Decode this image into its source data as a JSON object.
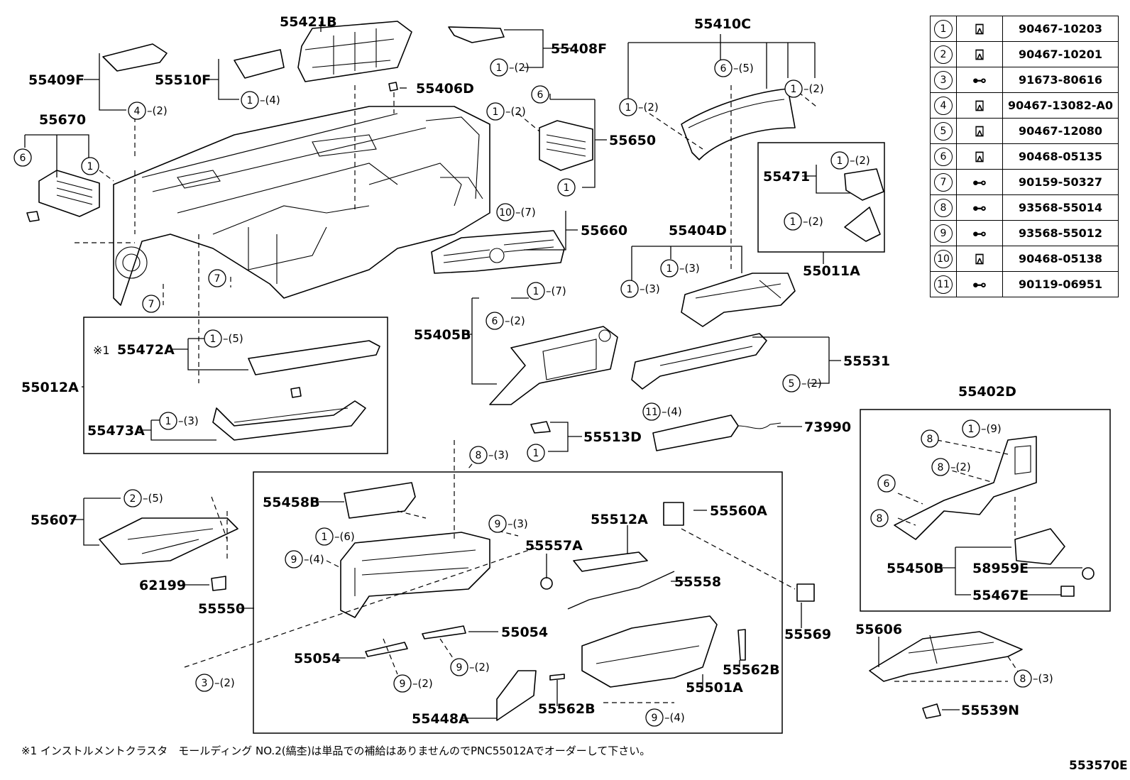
{
  "parts": [
    {
      "id": "p55421B",
      "num": "55421B"
    },
    {
      "id": "p55410C",
      "num": "55410C"
    },
    {
      "id": "p55408F",
      "num": "55408F"
    },
    {
      "id": "p55409F",
      "num": "55409F"
    },
    {
      "id": "p55510F",
      "num": "55510F"
    },
    {
      "id": "p55406D",
      "num": "55406D"
    },
    {
      "id": "p55670",
      "num": "55670"
    },
    {
      "id": "p55650",
      "num": "55650"
    },
    {
      "id": "p55471",
      "num": "55471"
    },
    {
      "id": "p55660",
      "num": "55660"
    },
    {
      "id": "p55404D",
      "num": "55404D"
    },
    {
      "id": "p55011A",
      "num": "55011A"
    },
    {
      "id": "p55405B",
      "num": "55405B"
    },
    {
      "id": "p55472A",
      "num": "55472A"
    },
    {
      "id": "p55012A",
      "num": "55012A"
    },
    {
      "id": "p55531",
      "num": "55531"
    },
    {
      "id": "p55473A",
      "num": "55473A"
    },
    {
      "id": "p73990",
      "num": "73990"
    },
    {
      "id": "p55513D",
      "num": "55513D"
    },
    {
      "id": "p55402D",
      "num": "55402D"
    },
    {
      "id": "p55458B",
      "num": "55458B"
    },
    {
      "id": "p55560A",
      "num": "55560A"
    },
    {
      "id": "p55607",
      "num": "55607"
    },
    {
      "id": "p55512A",
      "num": "55512A"
    },
    {
      "id": "p55557A",
      "num": "55557A"
    },
    {
      "id": "p62199",
      "num": "62199"
    },
    {
      "id": "p55558",
      "num": "55558"
    },
    {
      "id": "p55550",
      "num": "55550"
    },
    {
      "id": "p55450B",
      "num": "55450B"
    },
    {
      "id": "p58959E",
      "num": "58959E"
    },
    {
      "id": "p55467E",
      "num": "55467E"
    },
    {
      "id": "p55569",
      "num": "55569"
    },
    {
      "id": "p55606",
      "num": "55606"
    },
    {
      "id": "p55054a",
      "num": "55054"
    },
    {
      "id": "p55054b",
      "num": "55054"
    },
    {
      "id": "p55562Ba",
      "num": "55562B"
    },
    {
      "id": "p55562Bb",
      "num": "55562B"
    },
    {
      "id": "p55501A",
      "num": "55501A"
    },
    {
      "id": "p55448A",
      "num": "55448A"
    },
    {
      "id": "p55539N",
      "num": "55539N"
    }
  ],
  "callouts": [
    {
      "id": "c1",
      "n": "1",
      "q": "(2)"
    },
    {
      "id": "c2",
      "n": "4",
      "q": "(2)"
    },
    {
      "id": "c3",
      "n": "1",
      "q": "(4)"
    },
    {
      "id": "c4",
      "n": "6",
      "q": "(5)"
    },
    {
      "id": "c5",
      "n": "1",
      "q": "(2)"
    },
    {
      "id": "c6",
      "n": "1",
      "q": "(2)"
    },
    {
      "id": "c7",
      "n": "1",
      "q": "(2)"
    },
    {
      "id": "c8",
      "n": "6",
      "q": ""
    },
    {
      "id": "c9",
      "n": "1",
      "q": ""
    },
    {
      "id": "c10",
      "n": "6",
      "q": ""
    },
    {
      "id": "c11",
      "n": "1",
      "q": ""
    },
    {
      "id": "c12",
      "n": "1",
      "q": "(2)"
    },
    {
      "id": "c13",
      "n": "1",
      "q": "(2)"
    },
    {
      "id": "c14",
      "n": "1",
      "q": "(2)"
    },
    {
      "id": "c15",
      "n": "10",
      "q": "(7)"
    },
    {
      "id": "c16",
      "n": "7",
      "q": ""
    },
    {
      "id": "c17",
      "n": "7",
      "q": ""
    },
    {
      "id": "c18",
      "n": "1",
      "q": "(3)"
    },
    {
      "id": "c19",
      "n": "1",
      "q": "(3)"
    },
    {
      "id": "c20",
      "n": "1",
      "q": "(7)"
    },
    {
      "id": "c21",
      "n": "6",
      "q": "(2)"
    },
    {
      "id": "c22",
      "n": "1",
      "q": "(5)"
    },
    {
      "id": "c23",
      "n": "5",
      "q": "(2)"
    },
    {
      "id": "c24",
      "n": "1",
      "q": "(3)"
    },
    {
      "id": "c25",
      "n": "11",
      "q": "(4)"
    },
    {
      "id": "c26",
      "n": "1",
      "q": ""
    },
    {
      "id": "c27",
      "n": "8",
      "q": "(3)"
    },
    {
      "id": "c28",
      "n": "1",
      "q": "(9)"
    },
    {
      "id": "c29",
      "n": "8",
      "q": ""
    },
    {
      "id": "c30",
      "n": "8",
      "q": "(2)"
    },
    {
      "id": "c31",
      "n": "6",
      "q": ""
    },
    {
      "id": "c32",
      "n": "8",
      "q": ""
    },
    {
      "id": "c33",
      "n": "2",
      "q": "(5)"
    },
    {
      "id": "c34",
      "n": "1",
      "q": "(6)"
    },
    {
      "id": "c35",
      "n": "9",
      "q": "(3)"
    },
    {
      "id": "c36",
      "n": "9",
      "q": "(4)"
    },
    {
      "id": "c37",
      "n": "9",
      "q": "(2)"
    },
    {
      "id": "c38",
      "n": "9",
      "q": "(2)"
    },
    {
      "id": "c39",
      "n": "3",
      "q": "(2)"
    },
    {
      "id": "c40",
      "n": "9",
      "q": "(4)"
    },
    {
      "id": "c41",
      "n": "8",
      "q": "(3)"
    }
  ],
  "note_mark": "※1",
  "legend": [
    {
      "n": "1",
      "part_no": "90467-10203",
      "icon": "clip-icon"
    },
    {
      "n": "2",
      "part_no": "90467-10201",
      "icon": "clip-icon"
    },
    {
      "n": "3",
      "part_no": "91673-80616",
      "icon": "screw-icon"
    },
    {
      "n": "4",
      "part_no": "90467-13082-A0",
      "icon": "clip-icon"
    },
    {
      "n": "5",
      "part_no": "90467-12080",
      "icon": "clip-icon"
    },
    {
      "n": "6",
      "part_no": "90468-05135",
      "icon": "clip-icon"
    },
    {
      "n": "7",
      "part_no": "90159-50327",
      "icon": "screw-icon"
    },
    {
      "n": "8",
      "part_no": "93568-55014",
      "icon": "screw-icon"
    },
    {
      "n": "9",
      "part_no": "93568-55012",
      "icon": "screw-icon"
    },
    {
      "n": "10",
      "part_no": "90468-05138",
      "icon": "clip-icon"
    },
    {
      "n": "11",
      "part_no": "90119-06951",
      "icon": "screw-icon"
    }
  ],
  "footnote": "※1 インストルメントクラスタ　モールディング NO.2(縞杢)は単品での補給はありませんのでPNC55012Aでオーダーして下さい。",
  "figure_id": "553570E"
}
